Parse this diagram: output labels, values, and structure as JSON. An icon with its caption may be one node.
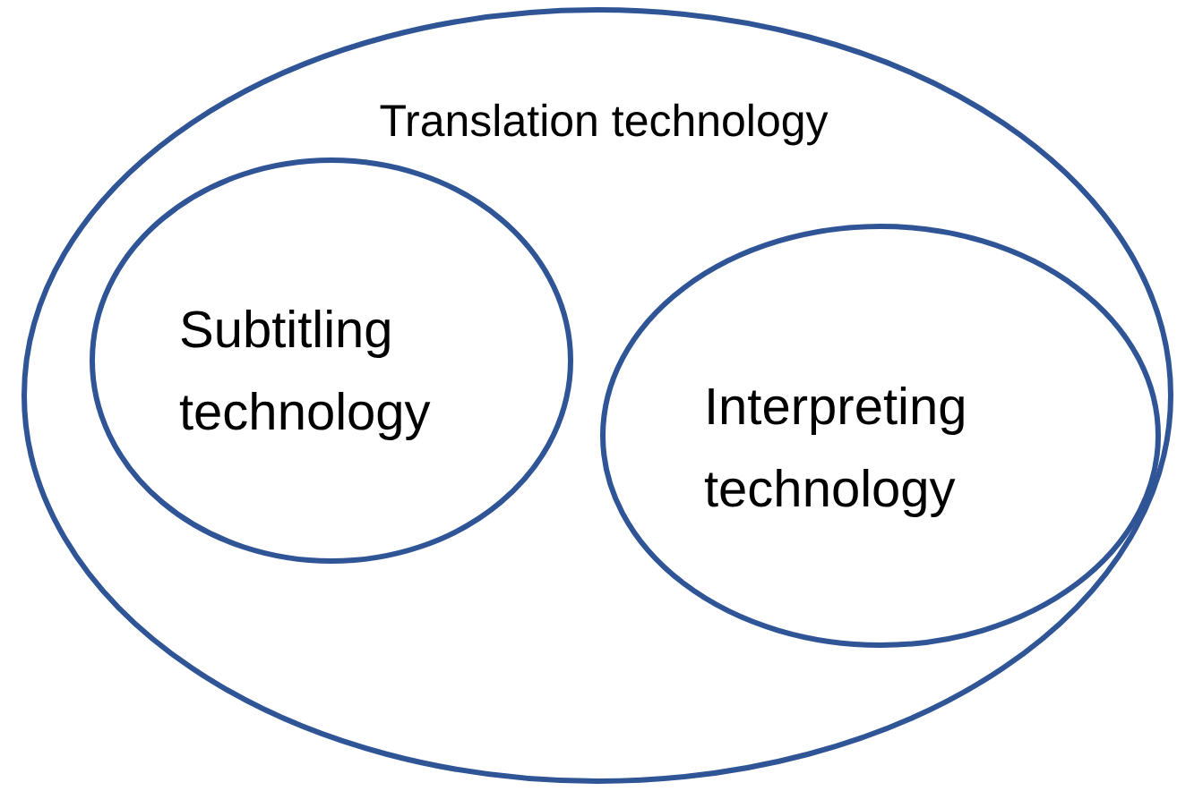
{
  "diagram": {
    "nodes": [
      {
        "text": [
          "Translation technology"
        ]
      },
      {
        "text": [
          "Subtitling technology"
        ],
        "in": 0
      },
      {
        "text": [
          "Interpreting technology"
        ],
        "in": 0
      }
    ]
  }
}
